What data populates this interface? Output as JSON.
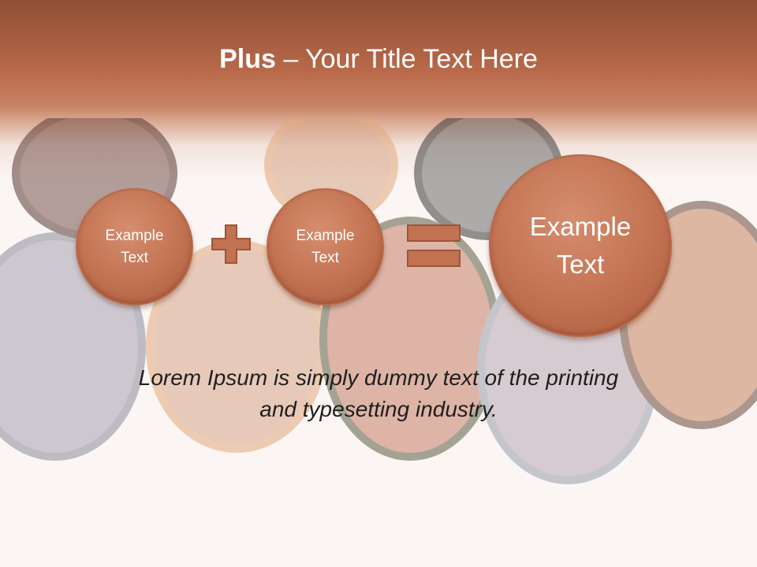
{
  "slide": {
    "title_bold": "Plus",
    "title_rest": " – Your Title Text Here",
    "circle_left": {
      "line1": "Example",
      "line2": "Text"
    },
    "circle_middle": {
      "line1": "Example",
      "line2": "Text"
    },
    "circle_result": {
      "line1": "Example",
      "line2": "Text"
    },
    "operator_plus_icon": "plus-icon",
    "operator_equals_icon": "equals-icon",
    "body_line1": "Lorem Ipsum is simply dummy text of the printing",
    "body_line2": "and typesetting industry."
  },
  "colors": {
    "header_dark": "#8d4f35",
    "header_accent": "#b9694a",
    "circle_fill": "#c27251",
    "background": "#fbf6f4",
    "body_text": "#1e1e1e"
  }
}
